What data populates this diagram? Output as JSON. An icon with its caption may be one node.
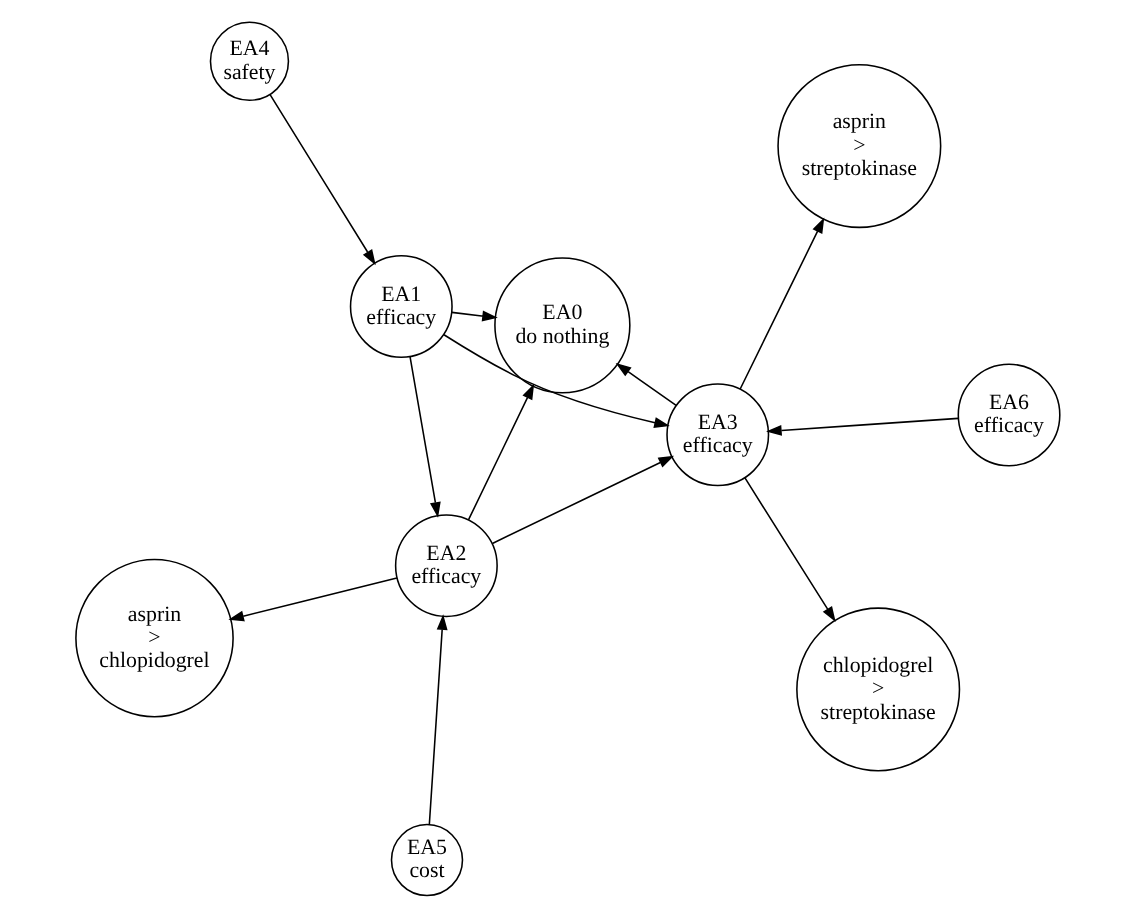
{
  "diagram": {
    "nodes": [
      {
        "text": [
          "EA1",
          "efficacy"
        ]
      },
      {
        "text": [
          "EA4",
          "safety"
        ]
      },
      {
        "text": [
          "asprin > chlopidogrel"
        ]
      },
      {
        "text": [
          "asprin > streptokinase"
        ]
      },
      {
        "text": [
          "EA5",
          "cost"
        ]
      },
      {
        "text": [
          "EA0",
          "do nothing"
        ]
      },
      {
        "text": [
          "EA2",
          "efficacy"
        ]
      },
      {
        "text": [
          "EA3",
          "efficacy"
        ]
      },
      {
        "text": [
          "chlopidogrel > streptokinase"
        ]
      },
      {
        "text": [
          "EA6",
          "efficacy"
        ]
      }
    ],
    "edges": [
      {
        "from": 1,
        "to": 0,
        "arrow": "to"
      },
      {
        "from": 0,
        "to": 5,
        "arrow": "to"
      },
      {
        "from": 0,
        "to": 6,
        "arrow": "to"
      },
      {
        "from": 0,
        "to": 7,
        "arrow": "to"
      },
      {
        "from": 6,
        "to": 2,
        "arrow": "to"
      },
      {
        "from": 4,
        "to": 6,
        "arrow": "to"
      },
      {
        "from": 6,
        "to": 5,
        "arrow": "to"
      },
      {
        "from": 6,
        "to": 7,
        "arrow": "to"
      },
      {
        "from": 7,
        "to": 5,
        "arrow": "to"
      },
      {
        "from": 7,
        "to": 3,
        "arrow": "to"
      },
      {
        "from": 7,
        "to": 8,
        "arrow": "to"
      },
      {
        "from": 9,
        "to": 7,
        "arrow": "to"
      }
    ]
  }
}
